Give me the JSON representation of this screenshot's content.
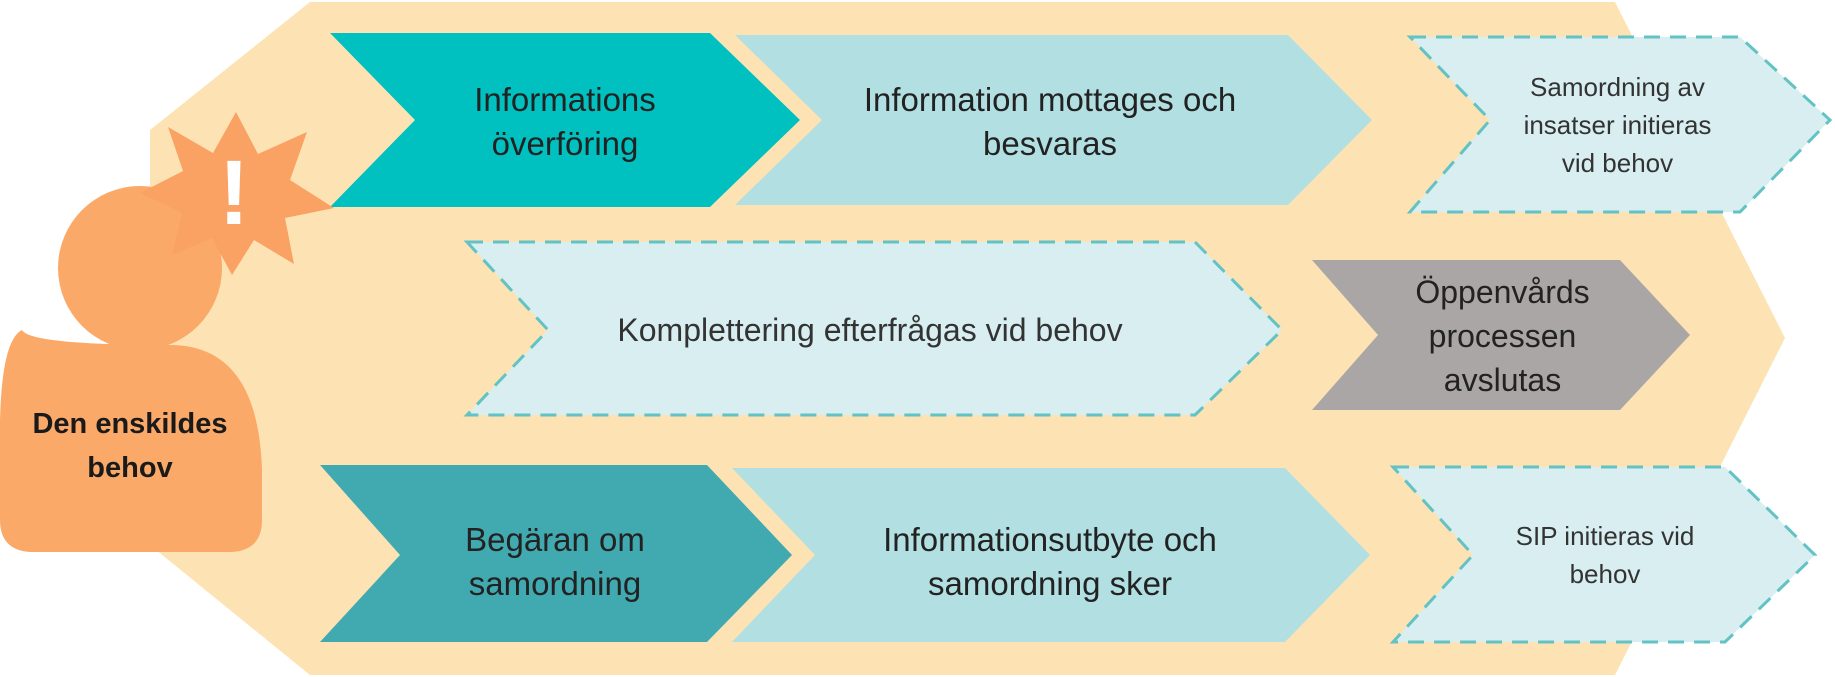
{
  "person": {
    "label": "Den enskildes\nbehov"
  },
  "alert": {
    "symbol": "!"
  },
  "rows": [
    {
      "steps": [
        {
          "label": "Informations\növerföring",
          "style": "teal"
        },
        {
          "label": "Information mottages och\nbesvaras",
          "style": "light"
        },
        {
          "label": "Samordning av\ninsatser initieras\nvid behov",
          "style": "dashed"
        }
      ]
    },
    {
      "steps": [
        {
          "label": "Komplettering efterfrågas vid behov",
          "style": "dashed"
        },
        {
          "label": "Öppenvårds\nprocessen\navslutas",
          "style": "grey"
        }
      ]
    },
    {
      "steps": [
        {
          "label": "Begäran om\nsamordning",
          "style": "dark-teal"
        },
        {
          "label": "Informationsutbyte och\nsamordning sker",
          "style": "light"
        },
        {
          "label": "SIP initieras vid\nbehov",
          "style": "dashed"
        }
      ]
    }
  ],
  "colors": {
    "background_band": "#fde3b3",
    "teal": "#00c1c0",
    "dark_teal": "#41aab1",
    "light": "#b1dfe2",
    "dashed_fill": "#d8eef0",
    "dashed_stroke": "#62c2c4",
    "grey": "#aba6a6",
    "person": "#fba968",
    "burst": "#f9a264"
  }
}
